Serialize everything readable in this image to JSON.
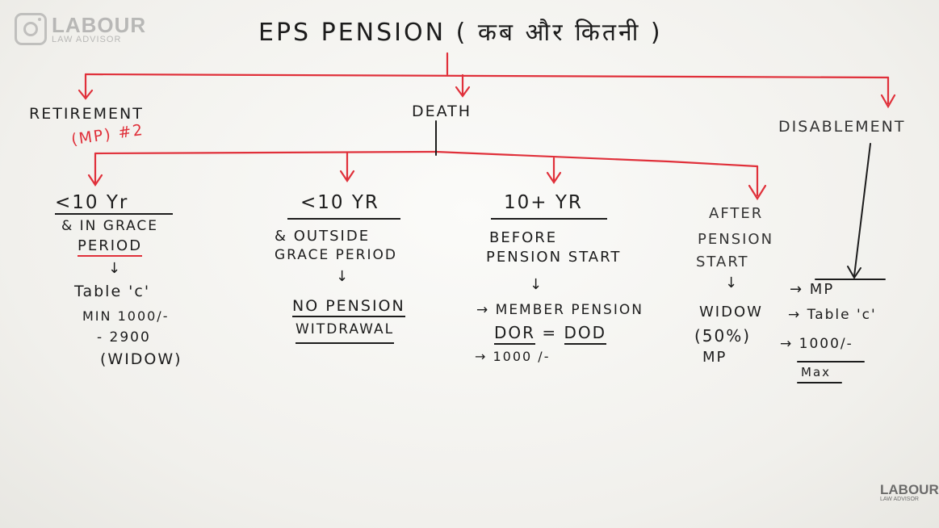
{
  "title": "EPS PENSION ( कब और कितनी )",
  "branches": {
    "retirement": {
      "label": "RETIREMENT",
      "note": "(MP) #2"
    },
    "death": {
      "label": "DEATH"
    },
    "disablement": {
      "label": "DISABLEMENT"
    }
  },
  "death_cases": {
    "c1": {
      "head": "<10 Yr",
      "l1": "& IN GRACE",
      "l2": "PERIOD",
      "arrow": "↓",
      "l3": "Table 'c'",
      "l4": "MIN 1000/-",
      "l5": "- 2900",
      "l6": "(WIDOW)"
    },
    "c2": {
      "head": "<10 YR",
      "l1": "& OUTSIDE",
      "l2": "GRACE PERIOD",
      "arrow": "↓",
      "l3": "NO PENSION",
      "l4": "WITDRAWAL"
    },
    "c3": {
      "head": "10+ YR",
      "l1": "BEFORE",
      "l2": "PENSION START",
      "arrow": "↓",
      "l3": "→ MEMBER PENSION",
      "l4a": "DOR",
      "l4b": "=",
      "l4c": "DOD",
      "l5": "→ 1000 /-"
    },
    "c4": {
      "l1": "AFTER",
      "l2": "PENSION",
      "l3": "START",
      "arrow": "↓",
      "l4": "WIDOW",
      "l5": "(50%)",
      "l6": "MP"
    }
  },
  "disablement_items": [
    "→ MP",
    "→ Table 'c'",
    "→ 1000/-",
    "Max"
  ],
  "watermark": {
    "line1": "LABOUR",
    "line2": "LAW ADVISOR"
  },
  "colors": {
    "ink": "#1c1c1c",
    "red_marker": "#e0303a",
    "board": "#f3f2ef"
  }
}
